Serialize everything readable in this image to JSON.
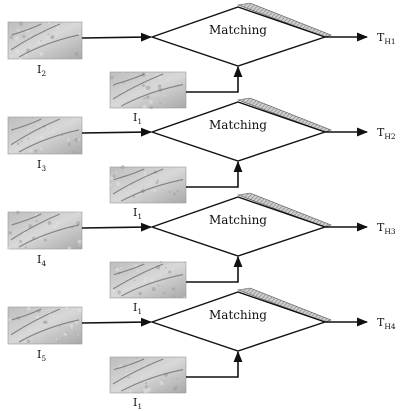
{
  "stages": [
    {
      "node_label": "Matching",
      "input_top": {
        "main": "I",
        "sub": "2",
        "image": "palmprint-thumbnail"
      },
      "input_bottom": {
        "main": "I",
        "sub": "1",
        "image": "palmprint-thumbnail"
      },
      "output": {
        "main": "T",
        "sub": "H1"
      }
    },
    {
      "node_label": "Matching",
      "input_top": {
        "main": "I",
        "sub": "3",
        "image": "palmprint-thumbnail"
      },
      "input_bottom": {
        "main": "I",
        "sub": "1",
        "image": "palmprint-thumbnail"
      },
      "output": {
        "main": "T",
        "sub": "H2"
      }
    },
    {
      "node_label": "Matching",
      "input_top": {
        "main": "I",
        "sub": "4",
        "image": "palmprint-thumbnail"
      },
      "input_bottom": {
        "main": "I",
        "sub": "1",
        "image": "palmprint-thumbnail"
      },
      "output": {
        "main": "T",
        "sub": "H3"
      }
    },
    {
      "node_label": "Matching",
      "input_top": {
        "main": "I",
        "sub": "5",
        "image": "palmprint-thumbnail"
      },
      "input_bottom": {
        "main": "I",
        "sub": "1",
        "image": "palmprint-thumbnail"
      },
      "output": {
        "main": "T",
        "sub": "H4"
      }
    }
  ],
  "colors": {
    "line": "#111111",
    "shadow_hatch": "#8c8c8c",
    "thumb_light": "#d2d2d2",
    "thumb_dark": "#8a8a8a"
  }
}
